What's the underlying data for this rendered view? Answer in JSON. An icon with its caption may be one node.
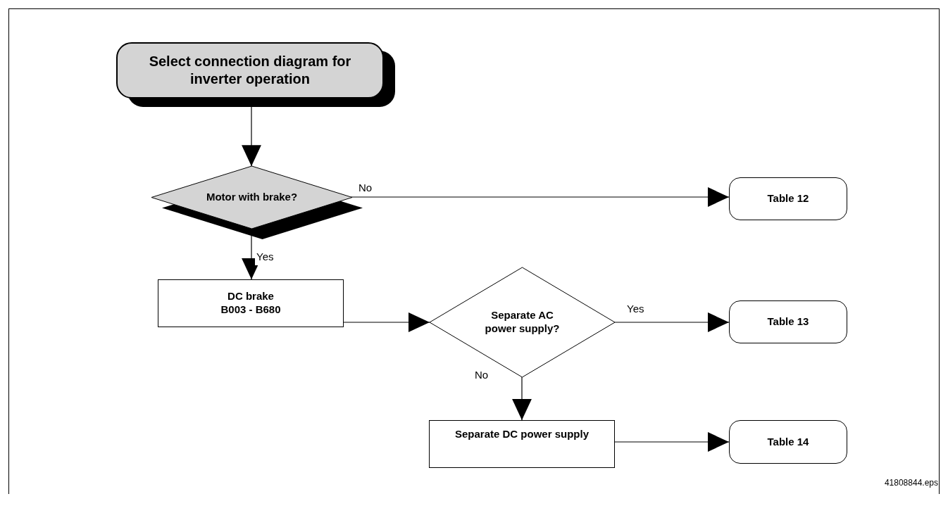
{
  "diagram": {
    "nodes": [
      {
        "text": [
          "Select connection diagram for inverter operation"
        ]
      },
      {
        "text": [
          "Motor with brake?"
        ]
      },
      {
        "text": [
          "Table 12"
        ]
      },
      {
        "text": [
          "DC brake B003 - B680"
        ]
      },
      {
        "text": [
          "Separate AC power supply?"
        ]
      },
      {
        "text": [
          "Table 13"
        ]
      },
      {
        "text": [
          "Separate DC power supply"
        ]
      },
      {
        "text": [
          "Table 14"
        ]
      }
    ],
    "edges": [
      {
        "from": 0,
        "to": 1,
        "arrow": "to"
      },
      {
        "from": 1,
        "to": 2,
        "arrow": "to",
        "label": "No"
      },
      {
        "from": 1,
        "to": 3,
        "arrow": "to",
        "label": "Yes"
      },
      {
        "from": 3,
        "to": 4,
        "arrow": "to"
      },
      {
        "from": 4,
        "to": 5,
        "arrow": "to",
        "label": "Yes"
      },
      {
        "from": 4,
        "to": 6,
        "arrow": "to",
        "label": "No"
      },
      {
        "from": 6,
        "to": 7,
        "arrow": "to"
      }
    ],
    "labels": [
      "41808844.eps"
    ]
  }
}
